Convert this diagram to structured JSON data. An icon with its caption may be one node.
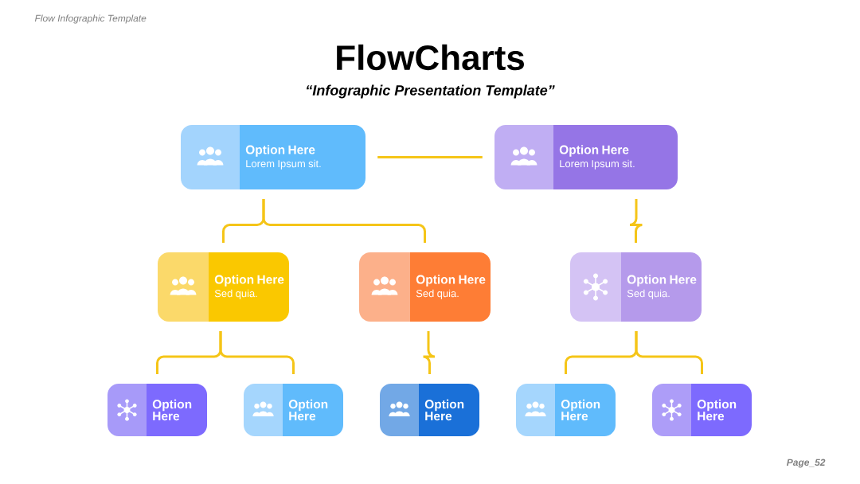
{
  "diagram": {
    "title": "FlowCharts",
    "nodes": [
      {
        "text": [
          "Option Here",
          "Lorem Ipsum sit."
        ]
      },
      {
        "text": [
          "Option Here",
          "Lorem Ipsum sit."
        ]
      },
      {
        "text": [
          "Option Here",
          "Sed quia."
        ]
      },
      {
        "text": [
          "Option Here",
          "Sed quia."
        ]
      },
      {
        "text": [
          "Option Here",
          "Sed quia."
        ]
      },
      {
        "text": [
          "Option Here"
        ]
      },
      {
        "text": [
          "Option Here"
        ]
      },
      {
        "text": [
          "Option Here"
        ]
      },
      {
        "text": [
          "Option Here"
        ]
      },
      {
        "text": [
          "Option Here"
        ]
      }
    ],
    "edges": [
      {
        "from": 0,
        "to": 1,
        "arrow": "none"
      },
      {
        "from": 0,
        "to": 2,
        "arrow": "none"
      },
      {
        "from": 0,
        "to": 3,
        "arrow": "none"
      },
      {
        "from": 1,
        "to": 4,
        "arrow": "none"
      },
      {
        "from": 2,
        "to": 5,
        "arrow": "none"
      },
      {
        "from": 2,
        "to": 6,
        "arrow": "none"
      },
      {
        "from": 3,
        "to": 7,
        "arrow": "none"
      },
      {
        "from": 4,
        "to": 8,
        "arrow": "none"
      },
      {
        "from": 4,
        "to": 9,
        "arrow": "none"
      }
    ],
    "labels": [
      "Flow Infographic Template",
      "“Infographic Presentation Template”",
      "Page_52"
    ]
  }
}
